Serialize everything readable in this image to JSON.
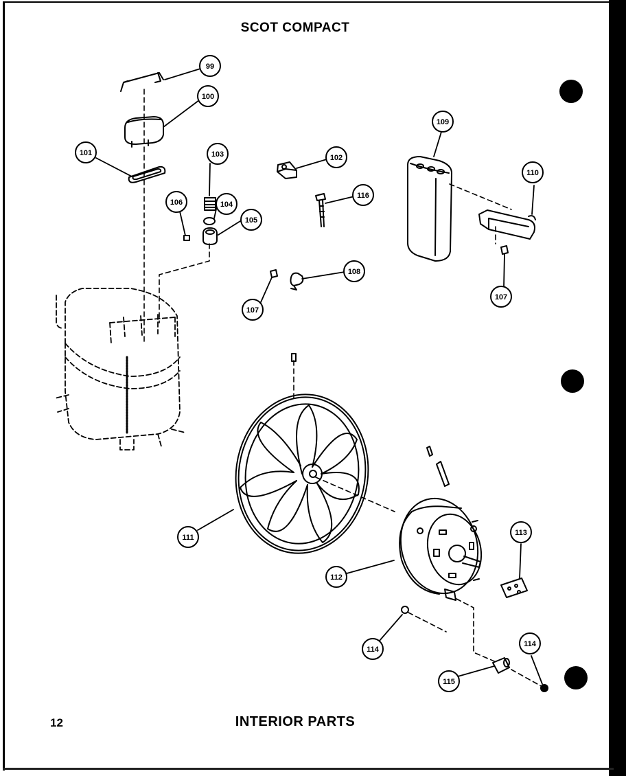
{
  "header": {
    "title": "SCOT COMPACT"
  },
  "footer": {
    "page_number": "12",
    "section_title": "INTERIOR PARTS"
  },
  "callouts": [
    {
      "id": "c99",
      "label": "99"
    },
    {
      "id": "c100",
      "label": "100"
    },
    {
      "id": "c101",
      "label": "101"
    },
    {
      "id": "c102",
      "label": "102"
    },
    {
      "id": "c103",
      "label": "103"
    },
    {
      "id": "c104",
      "label": "104"
    },
    {
      "id": "c105",
      "label": "105"
    },
    {
      "id": "c106",
      "label": "106"
    },
    {
      "id": "c107a",
      "label": "107"
    },
    {
      "id": "c107b",
      "label": "107"
    },
    {
      "id": "c108",
      "label": "108"
    },
    {
      "id": "c109",
      "label": "109"
    },
    {
      "id": "c110",
      "label": "110"
    },
    {
      "id": "c111",
      "label": "111"
    },
    {
      "id": "c112",
      "label": "112"
    },
    {
      "id": "c113",
      "label": "113"
    },
    {
      "id": "c114a",
      "label": "114"
    },
    {
      "id": "c114b",
      "label": "114"
    },
    {
      "id": "c115",
      "label": "115"
    },
    {
      "id": "c116",
      "label": "116"
    }
  ]
}
